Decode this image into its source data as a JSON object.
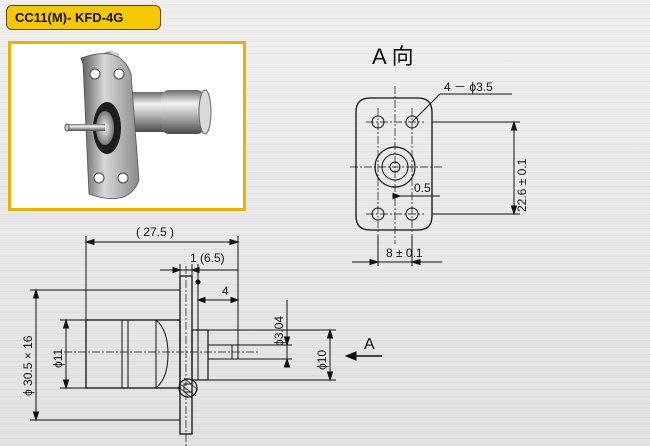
{
  "header": {
    "model_label": "CC11(M)- KFD-4G"
  },
  "view_a": {
    "title": "A 向",
    "hole_spec": "4 － ϕ3.5",
    "height_dim": "22.6 ± 0.1",
    "offset_dim": "0.5",
    "width_dim": "8 ± 0.1"
  },
  "side_view": {
    "overall_length": "( 27.5 )",
    "flange_dim": "1 (6.5)",
    "pin_length": "4",
    "pin_dia": "ϕ3.04",
    "body_dia": "ϕ10",
    "barrel_dia": "ϕ11",
    "flange_height": "ϕ 30.5 × 16",
    "arrow_label": "A"
  },
  "colors": {
    "tag_fill": "#f5c800",
    "panel_border": "#e8b400",
    "line": "#111111"
  }
}
